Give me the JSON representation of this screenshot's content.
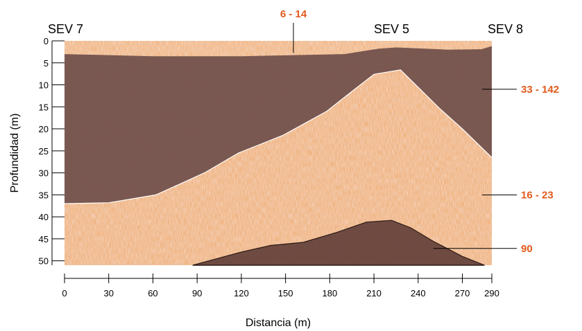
{
  "chart_data": {
    "type": "area",
    "xlabel": "Distancia (m)",
    "ylabel": "Profundidad (m)",
    "xlim": [
      0,
      290
    ],
    "ylim": [
      0,
      51
    ],
    "y_inverted": true,
    "x_ticks": [
      "0",
      "30",
      "60",
      "90",
      "120",
      "150",
      "180",
      "210",
      "240",
      "270",
      "290"
    ],
    "y_ticks": [
      "0",
      "5",
      "10",
      "15",
      "20",
      "25",
      "30",
      "35",
      "40",
      "45",
      "50"
    ],
    "soundings": [
      {
        "name": "SEV 7",
        "x": 0
      },
      {
        "name": "SEV 5",
        "x": 222
      },
      {
        "name": "SEV 8",
        "x": 290
      }
    ],
    "layers": [
      {
        "resistivity": "6 - 14",
        "color": "#f1b886",
        "top": [
          [
            0,
            0
          ],
          [
            290,
            0
          ]
        ],
        "bottom": [
          [
            0,
            3
          ],
          [
            60,
            3.5
          ],
          [
            120,
            3.5
          ],
          [
            190,
            3
          ],
          [
            213,
            1.8
          ],
          [
            225,
            1.5
          ],
          [
            260,
            2
          ],
          [
            283,
            1.9
          ],
          [
            290,
            1.2
          ]
        ]
      },
      {
        "resistivity": "33 - 142",
        "color": "#7c5a52",
        "top": [
          [
            0,
            3
          ],
          [
            60,
            3.5
          ],
          [
            120,
            3.5
          ],
          [
            190,
            3
          ],
          [
            213,
            1.8
          ],
          [
            225,
            1.5
          ],
          [
            260,
            2
          ],
          [
            283,
            1.9
          ],
          [
            290,
            1.2
          ]
        ],
        "bottom_upper": [
          [
            0,
            37
          ],
          [
            30,
            36.8
          ],
          [
            62,
            35
          ],
          [
            95,
            30
          ],
          [
            118,
            25.5
          ],
          [
            148,
            21.5
          ],
          [
            178,
            16
          ],
          [
            195,
            11.5
          ],
          [
            210,
            7.6
          ],
          [
            228,
            6.6
          ],
          [
            255,
            15.5
          ],
          [
            270,
            20
          ],
          [
            290,
            26.5
          ]
        ]
      },
      {
        "resistivity": "16 - 23",
        "color": "#f0b480",
        "top": [
          [
            0,
            37
          ],
          [
            30,
            36.8
          ],
          [
            62,
            35
          ],
          [
            95,
            30
          ],
          [
            118,
            25.5
          ],
          [
            148,
            21.5
          ],
          [
            178,
            16
          ],
          [
            195,
            11.5
          ],
          [
            210,
            7.6
          ],
          [
            228,
            6.6
          ],
          [
            255,
            15.5
          ],
          [
            270,
            20
          ],
          [
            290,
            26.5
          ]
        ],
        "bottom": [
          [
            0,
            51
          ],
          [
            290,
            51
          ]
        ]
      },
      {
        "resistivity": "90",
        "color": "#704b43",
        "top": [
          [
            87,
            51
          ],
          [
            120,
            48
          ],
          [
            140,
            46.5
          ],
          [
            162,
            45.8
          ],
          [
            185,
            43.5
          ],
          [
            205,
            41.2
          ],
          [
            222,
            40.8
          ],
          [
            235,
            42.5
          ],
          [
            250,
            45.5
          ],
          [
            270,
            49
          ],
          [
            285,
            51
          ]
        ],
        "bottom": [
          [
            87,
            51
          ],
          [
            285,
            51
          ]
        ]
      }
    ],
    "labels": [
      {
        "text": "6 - 14",
        "pointer": [
          145,
          1.5
        ]
      },
      {
        "text": "33 - 142",
        "pointer": [
          282,
          11
        ]
      },
      {
        "text": "16 - 23",
        "pointer": [
          282,
          35.5
        ]
      },
      {
        "text": "90",
        "pointer": [
          255,
          47.5
        ]
      }
    ],
    "colors": {
      "label": "#e25a1c",
      "axis": "#000000"
    }
  }
}
